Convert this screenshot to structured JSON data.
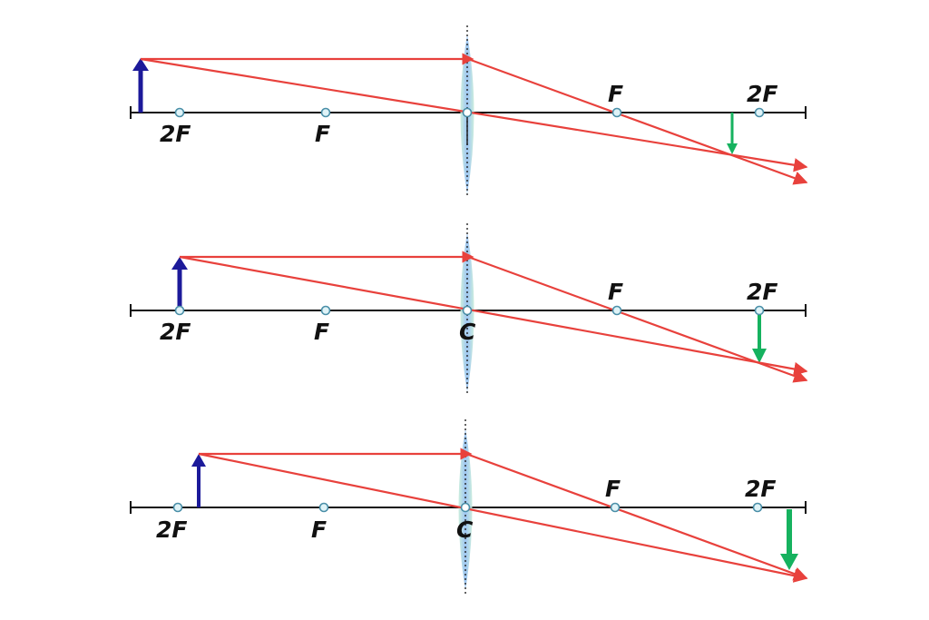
{
  "labels": {
    "two_f": "2F",
    "f": "F",
    "center": "C"
  },
  "colors": {
    "axis": "#111111",
    "ray": "#e8413c",
    "object_arrow": "#1c1a9a",
    "image_arrow": "#16b25f",
    "focal_marker_fill": "#dff3f7",
    "focal_marker_stroke": "#4a8fa8",
    "lens_center": "#9cc4f0",
    "lens_edge": "#bfeada"
  },
  "diagrams": [
    {
      "object_position": "beyond 2F",
      "image_position": "between F and 2F",
      "center_label_shown": false
    },
    {
      "object_position": "at 2F",
      "image_position": "at 2F",
      "center_label_shown": true
    },
    {
      "object_position": "between F and 2F",
      "image_position": "beyond 2F",
      "center_label_shown": true
    }
  ]
}
